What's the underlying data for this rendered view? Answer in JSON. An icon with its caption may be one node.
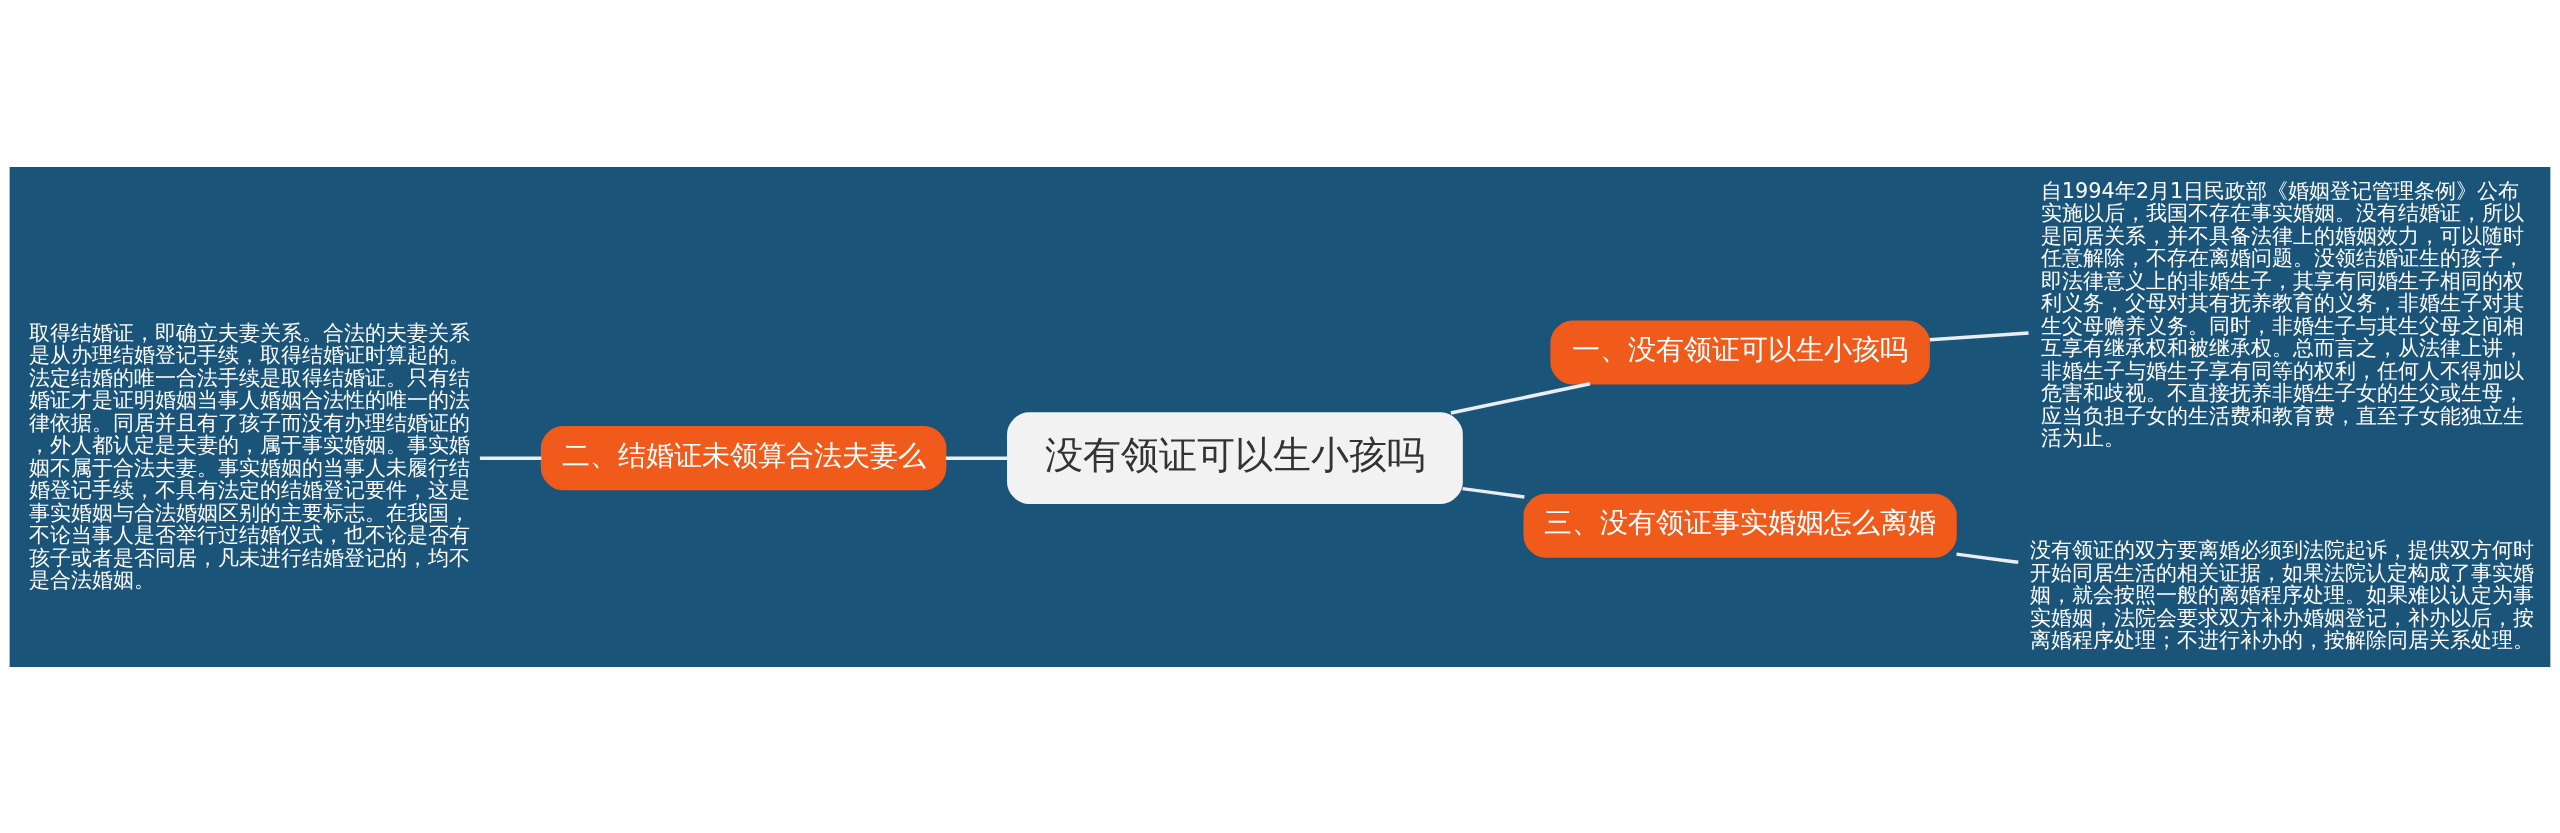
{
  "diagram": {
    "nodes": [
      {
        "text": [
          "没有领证可以生小孩吗"
        ]
      },
      {
        "text": [
          "一、没有领证可以生小孩吗"
        ]
      },
      {
        "text": [
          "自1994年2月1日民政部《婚姻登记管理条例》公布实施以后，我国不存在事实婚姻。没有结婚证，所以是同居关系，并不具备法律上的婚姻效力，可以随时任意解除，不存在离婚问题。没领结婚证生的孩子，即法律意义上的非婚生子，其享有同婚生子相同的权利义务，父母对其有抚养教育的义务，非婚生子对其生父母赡养义务。同时，非婚生子与其生父母之间相互享有继承权和被继承权。总而言之，从法律上讲，非婚生子与婚生子享有同等的权利，任何人不得加以危害和歧视。不直接抚养非婚生子女的生父或生母，应当负担子女的生活费和教育费，直至子女能独立生活为止。"
        ]
      },
      {
        "text": [
          "三、没有领证事实婚姻怎么离婚"
        ]
      },
      {
        "text": [
          "没有领证的双方要离婚必须到法院起诉，提供双方何时开始同居生活的相关证据，如果法院认定构成了事实婚姻，就会按照一般的离婚程序处理。如果难以认定为事实婚姻，法院会要求双方补办婚姻登记，补办以后，按离婚程序处理；不进行补办的，按解除同居关系处理。"
        ]
      },
      {
        "text": [
          "二、结婚证未领算合法夫妻么"
        ]
      },
      {
        "text": [
          "取得结婚证，即确立夫妻关系。合法的夫妻关系是从办理结婚登记手续，取得结婚证时算起的。法定结婚的唯一合法手续是取得结婚证。只有结婚证才是证明婚姻当事人婚姻合法性的唯一的法律依据。同居并且有了孩子而没有办理结婚证的，外人都认定是夫妻的，属于事实婚姻。事实婚姻不属于合法夫妻。事实婚姻的当事人未履行结婚登记手续，不具有法定的结婚登记要件，这是事实婚姻与合法婚姻区别的主要标志。在我国，不论当事人是否举行过结婚仪式，也不论是否有孩子或者是否同居，凡未进行结婚登记的，均不是合法婚姻。"
        ]
      }
    ],
    "edges": [
      {
        "from": 0,
        "to": 1,
        "arrow": "none"
      },
      {
        "from": 1,
        "to": 2,
        "arrow": "none"
      },
      {
        "from": 0,
        "to": 3,
        "arrow": "none"
      },
      {
        "from": 3,
        "to": 4,
        "arrow": "none"
      },
      {
        "from": 5,
        "to": 0,
        "arrow": "none"
      },
      {
        "from": 6,
        "to": 5,
        "arrow": "none"
      }
    ]
  }
}
